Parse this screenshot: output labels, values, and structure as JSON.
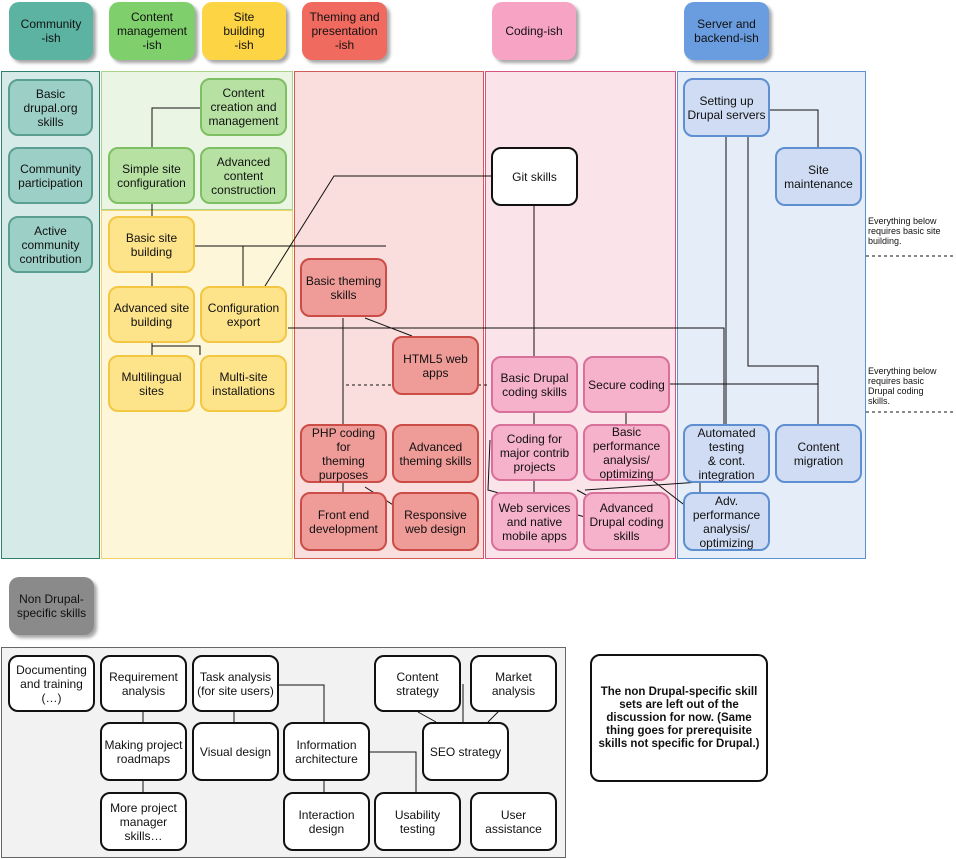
{
  "headers": {
    "community": "Community\n-ish",
    "content_management": "Content\nmanagement\n-ish",
    "site_building": "Site\nbuilding\n-ish",
    "theming": "Theming and\npresentation\n-ish",
    "coding": "Coding-ish",
    "server": "Server and\nbackend-ish",
    "non_drupal": "Non Drupal-\nspecific skills"
  },
  "nodes": {
    "basic_drupal_org": "Basic\ndrupal.org\nskills",
    "community_participation": "Community\nparticipation",
    "active_community": "Active\ncommunity\ncontribution",
    "content_creation": "Content\ncreation and\nmanagement",
    "simple_site_config": "Simple site\nconfiguration",
    "advanced_content": "Advanced\ncontent\nconstruction",
    "basic_site_building": "Basic site\nbuilding",
    "advanced_site_building": "Advanced site\nbuilding",
    "configuration_export": "Configuration\nexport",
    "multilingual": "Multilingual\nsites",
    "multisite": "Multi-site\ninstallations",
    "basic_theming": "Basic theming\nskills",
    "html5": "HTML5 web\napps",
    "php_theming": "PHP coding for\ntheming\npurposes",
    "advanced_theming": "Advanced\ntheming skills",
    "front_end": "Front end\ndevelopment",
    "responsive": "Responsive\nweb design",
    "git": "Git skills",
    "basic_drupal_coding": "Basic Drupal\ncoding skills",
    "secure_coding": "Secure coding",
    "major_contrib": "Coding for\nmajor contrib\nprojects",
    "basic_performance": "Basic\nperformance\nanalysis/\noptimizing",
    "web_services": "Web services\nand native\nmobile apps",
    "advanced_drupal_coding": "Advanced\nDrupal coding\nskills",
    "setting_up_servers": "Setting up\nDrupal servers",
    "site_maintenance": "Site\nmaintenance",
    "automated_testing": "Automated\ntesting\n& cont.\nintegration",
    "content_migration": "Content\nmigration",
    "adv_performance": "Adv.\nperformance\nanalysis/\noptimizing",
    "documenting": "Documenting\nand training\n(…)",
    "requirement_analysis": "Requirement\nanalysis",
    "task_analysis": "Task analysis\n(for site users)",
    "content_strategy": "Content\nstrategy",
    "market_analysis": "Market\nanalysis",
    "project_roadmaps": "Making project\nroadmaps",
    "visual_design": "Visual design",
    "information_architecture": "Information\narchitecture",
    "seo_strategy": "SEO strategy",
    "pm_skills": "More project\nmanager\nskills…",
    "interaction_design": "Interaction\ndesign",
    "usability_testing": "Usability\ntesting",
    "user_assistance": "User\nassistance"
  },
  "notes": {
    "site_building_note": "Everything below\nrequires basic site\nbuilding.",
    "coding_note": "Everything below\nrequires basic\nDrupal coding\nskills."
  },
  "disclaimer": "The non Drupal-specific skill sets are left out of the discussion for now. (Same thing goes for prerequisite skills not specific for Drupal.)"
}
